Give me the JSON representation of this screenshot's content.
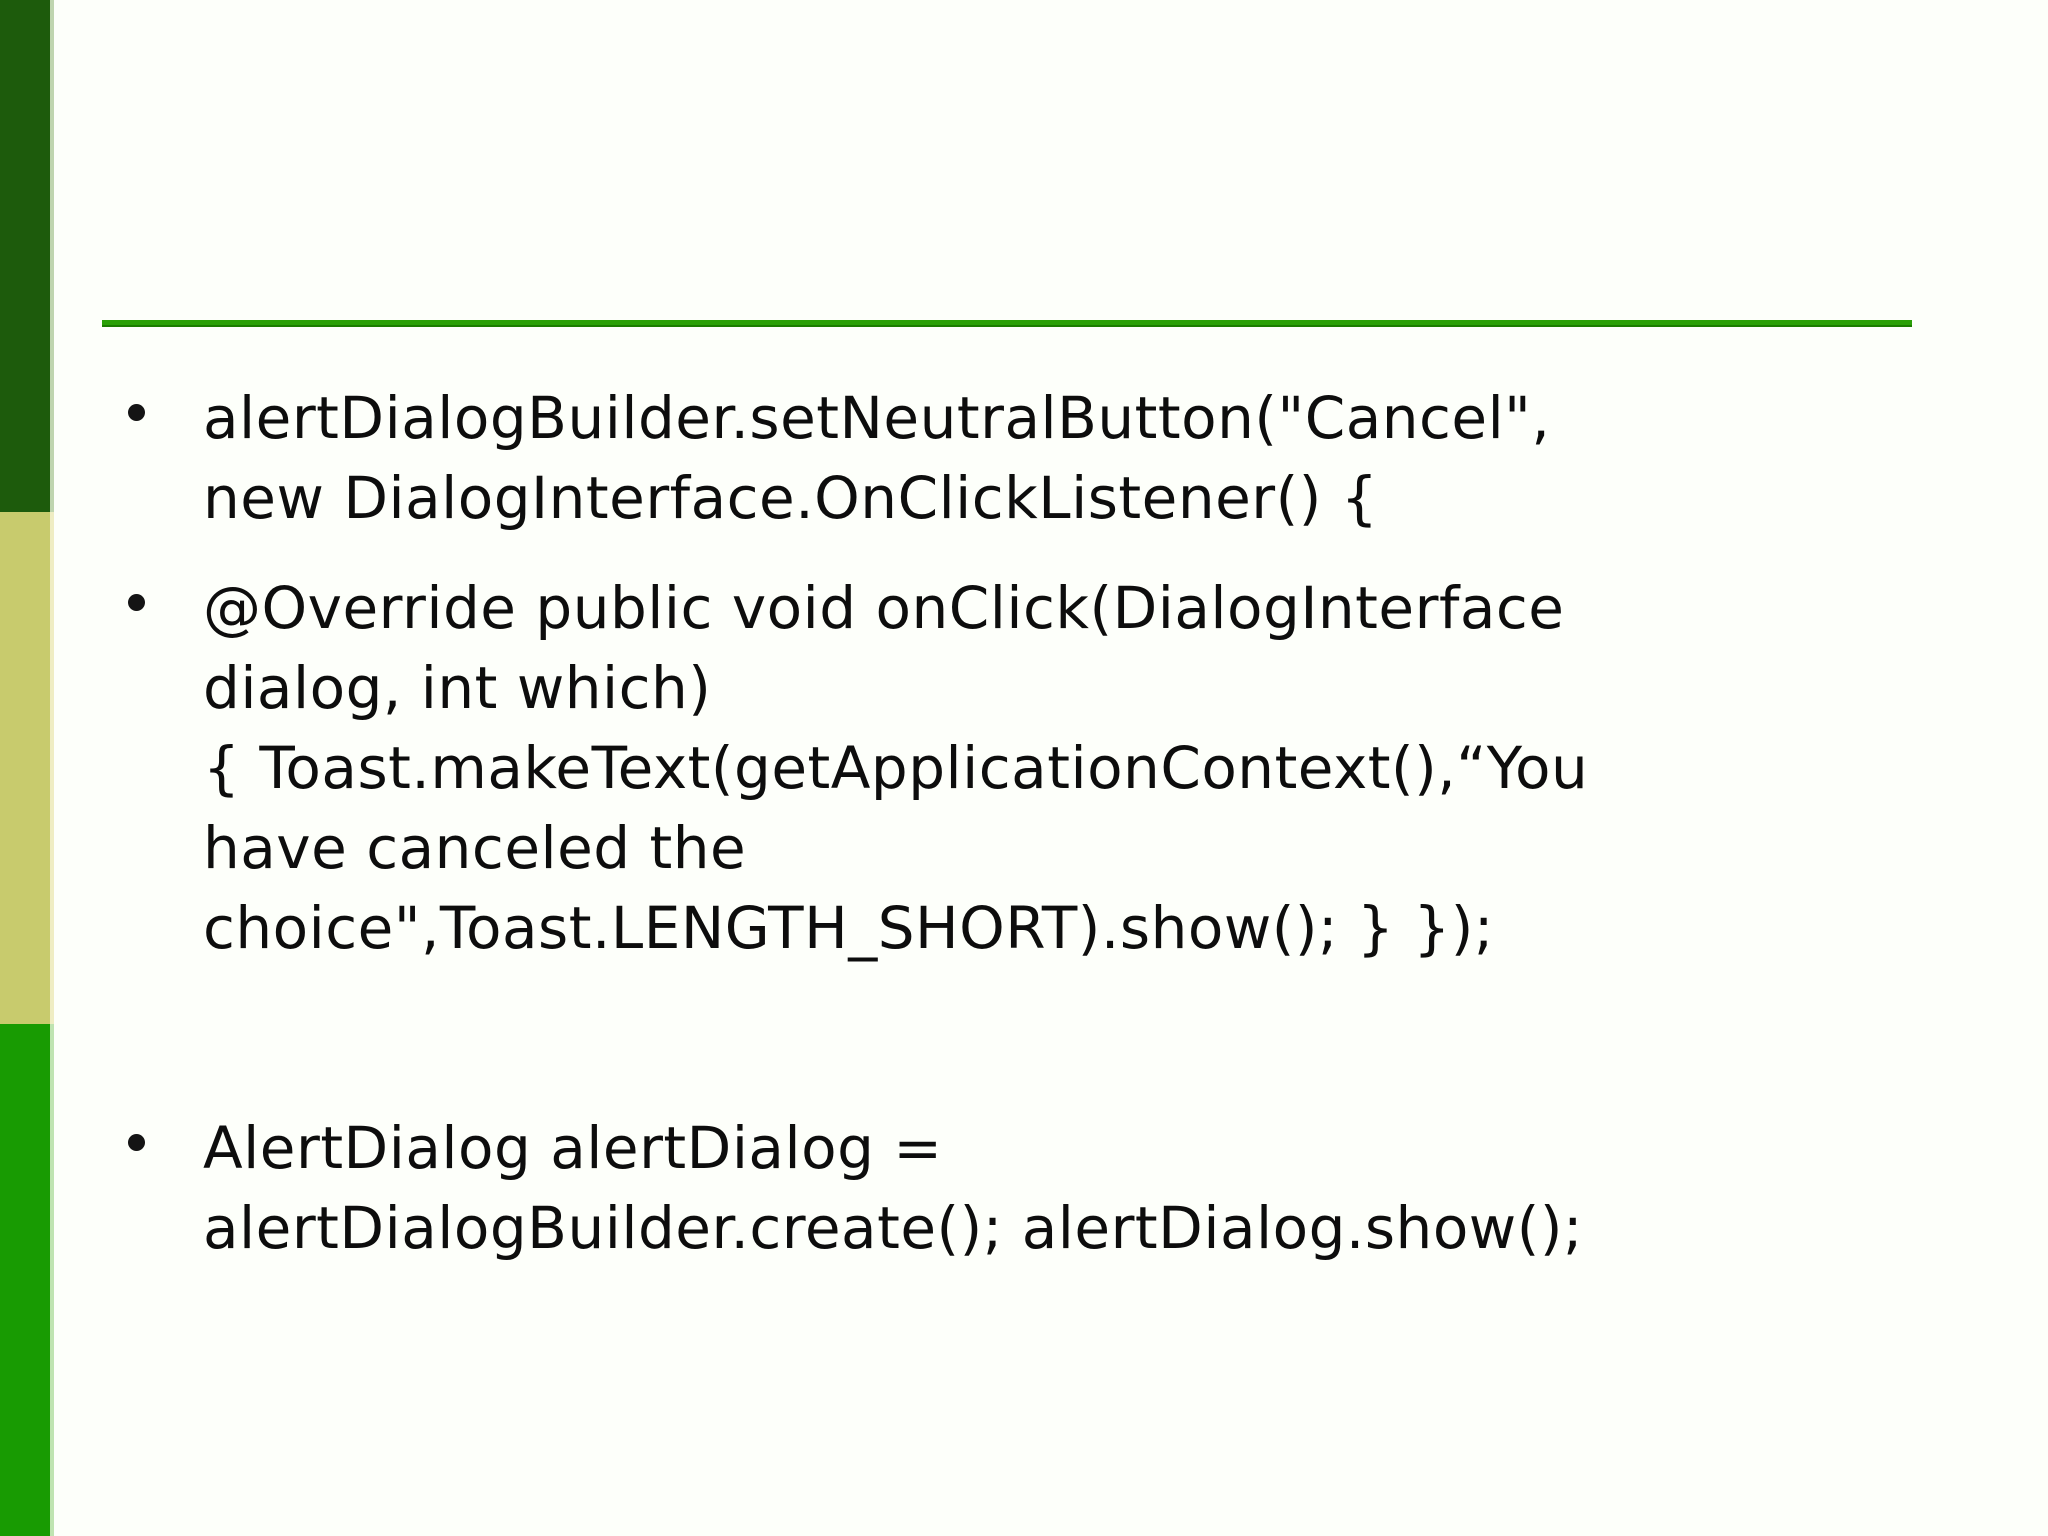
{
  "slide": {
    "background_color": "#FDFFFA",
    "sidebar": {
      "bands": [
        {
          "name": "dark-green-band",
          "color": "#1D5B0C",
          "edge_color": "#BFD5AF"
        },
        {
          "name": "olive-band",
          "color": "#C8CB6D",
          "edge_color": "#EFEDC3"
        },
        {
          "name": "green-band",
          "color": "#189B02",
          "edge_color": "#BFE4B1"
        }
      ]
    },
    "title_rule": {
      "color": "#2AA007",
      "edge_color": "#1B7D00"
    },
    "text_color": "#0D0D0D",
    "bullets": [
      {
        "lines": [
          "alertDialogBuilder.setNeutralButton(\"Cancel\",",
          "new DialogInterface.OnClickListener() {"
        ]
      },
      {
        "lines": [
          "@Override public void onClick(DialogInterface",
          "dialog, int which)",
          "{ Toast.makeText(getApplicationContext(),“You",
          "have canceled the",
          "choice\",Toast.LENGTH_SHORT).show(); } });"
        ]
      },
      {
        "lines": [
          "AlertDialog alertDialog =",
          "alertDialogBuilder.create(); alertDialog.show();"
        ]
      }
    ]
  }
}
